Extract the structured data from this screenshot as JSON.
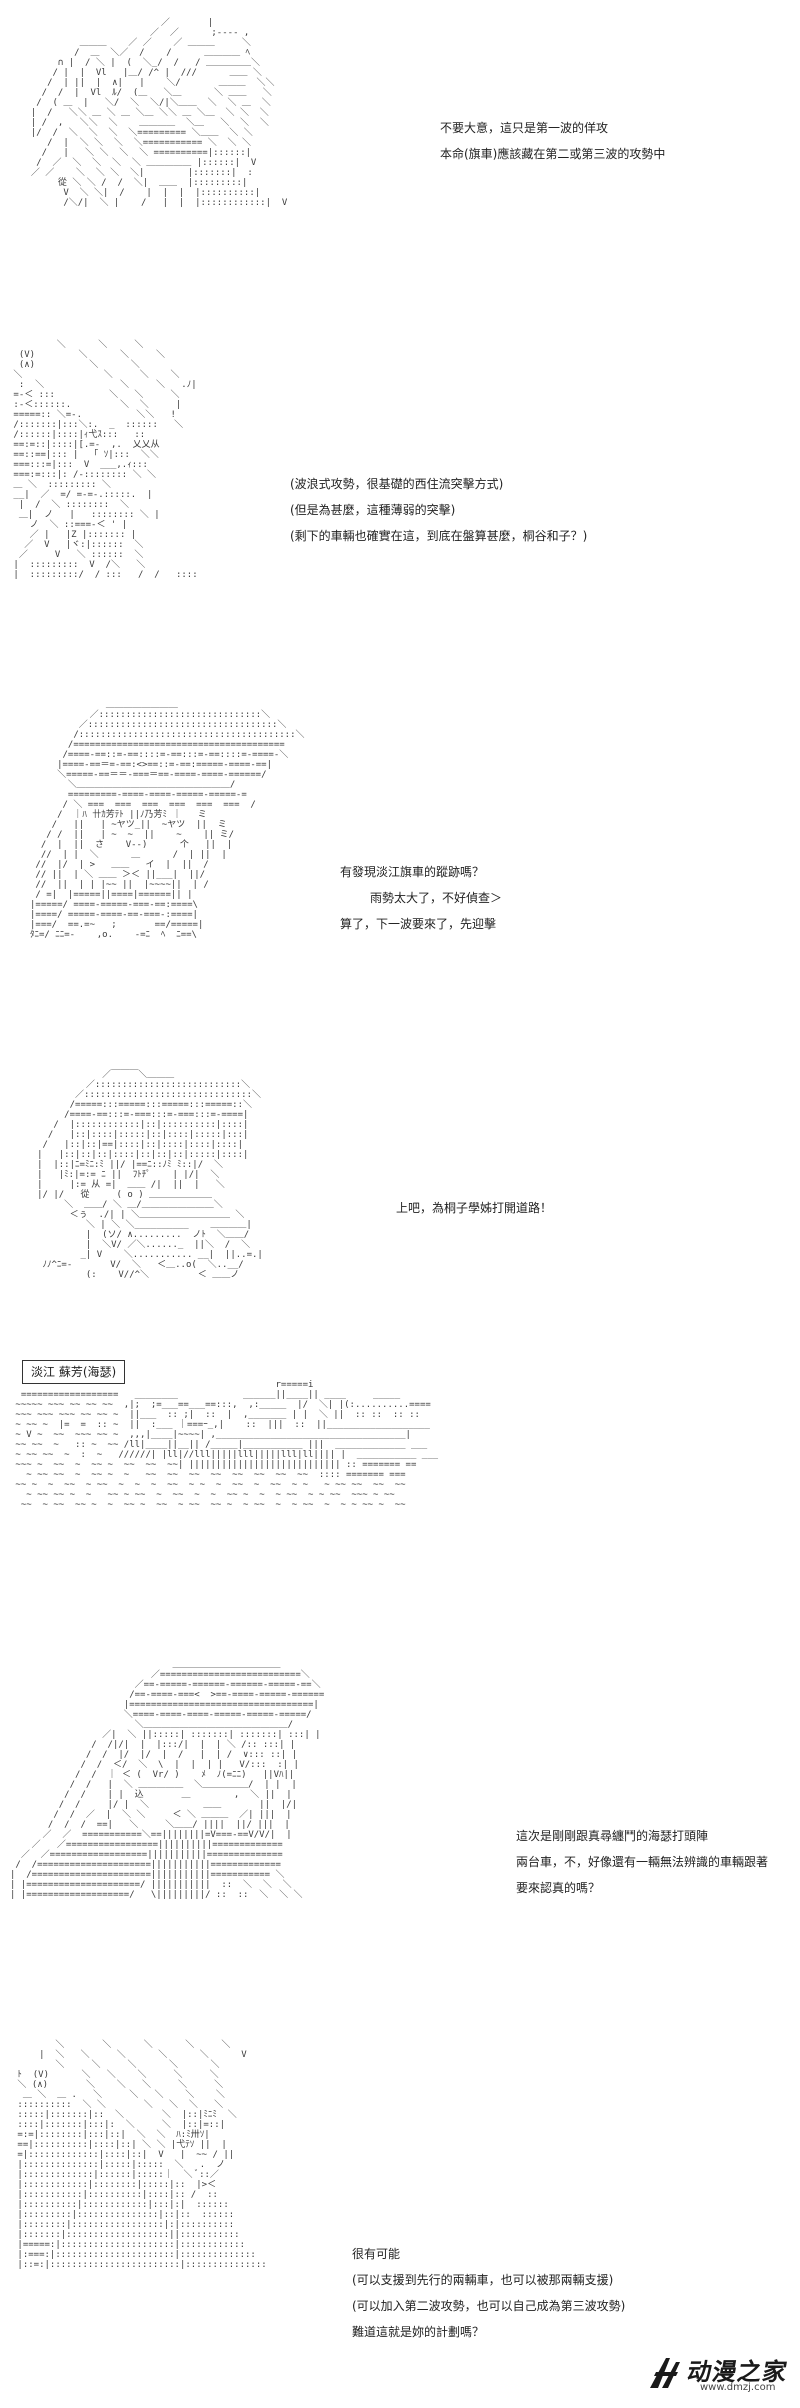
{
  "panels": [
    {
      "id": "panel-1",
      "lines": [
        "不要大意，這只是第一波的佯攻",
        "本命(旗車)應該藏在第二或第三波的攻勢中"
      ]
    },
    {
      "id": "panel-2",
      "lines": [
        "(波浪式攻勢，很基礎的西住流突擊方式)",
        "(但是為甚麼，這種薄弱的突擊)",
        "(剩下的車輛也確實在這，到底在盤算甚麼，桐谷和子？)"
      ]
    },
    {
      "id": "panel-3",
      "lines": [
        "有發現淡江旗車的蹤跡嗎？",
        "雨勢太大了，不好偵查＞",
        "算了，下一波要來了，先迎擊"
      ]
    },
    {
      "id": "panel-4",
      "lines": [
        "上吧，為桐子學姊打開道路！"
      ]
    },
    {
      "id": "panel-5",
      "label": "淡江 蘇芳(海瑟)"
    },
    {
      "id": "panel-6",
      "lines": [
        "這次是剛剛跟真尋纏鬥的海瑟打頭陣",
        "兩台車，不，好像還有一輛無法辨識的車輛跟著",
        "要來認真的嗎？"
      ]
    },
    {
      "id": "panel-7",
      "lines": [
        "很有可能",
        "(可以支援到先行的兩輛車，也可以被那兩輛支援)",
        "(可以加入第二波攻勢，也可以自己成為第三波攻勢)",
        "難道這就是妳的計劃嗎？"
      ]
    }
  ],
  "logo": {
    "text": "动漫之家",
    "url": "www.dmzj.com"
  }
}
